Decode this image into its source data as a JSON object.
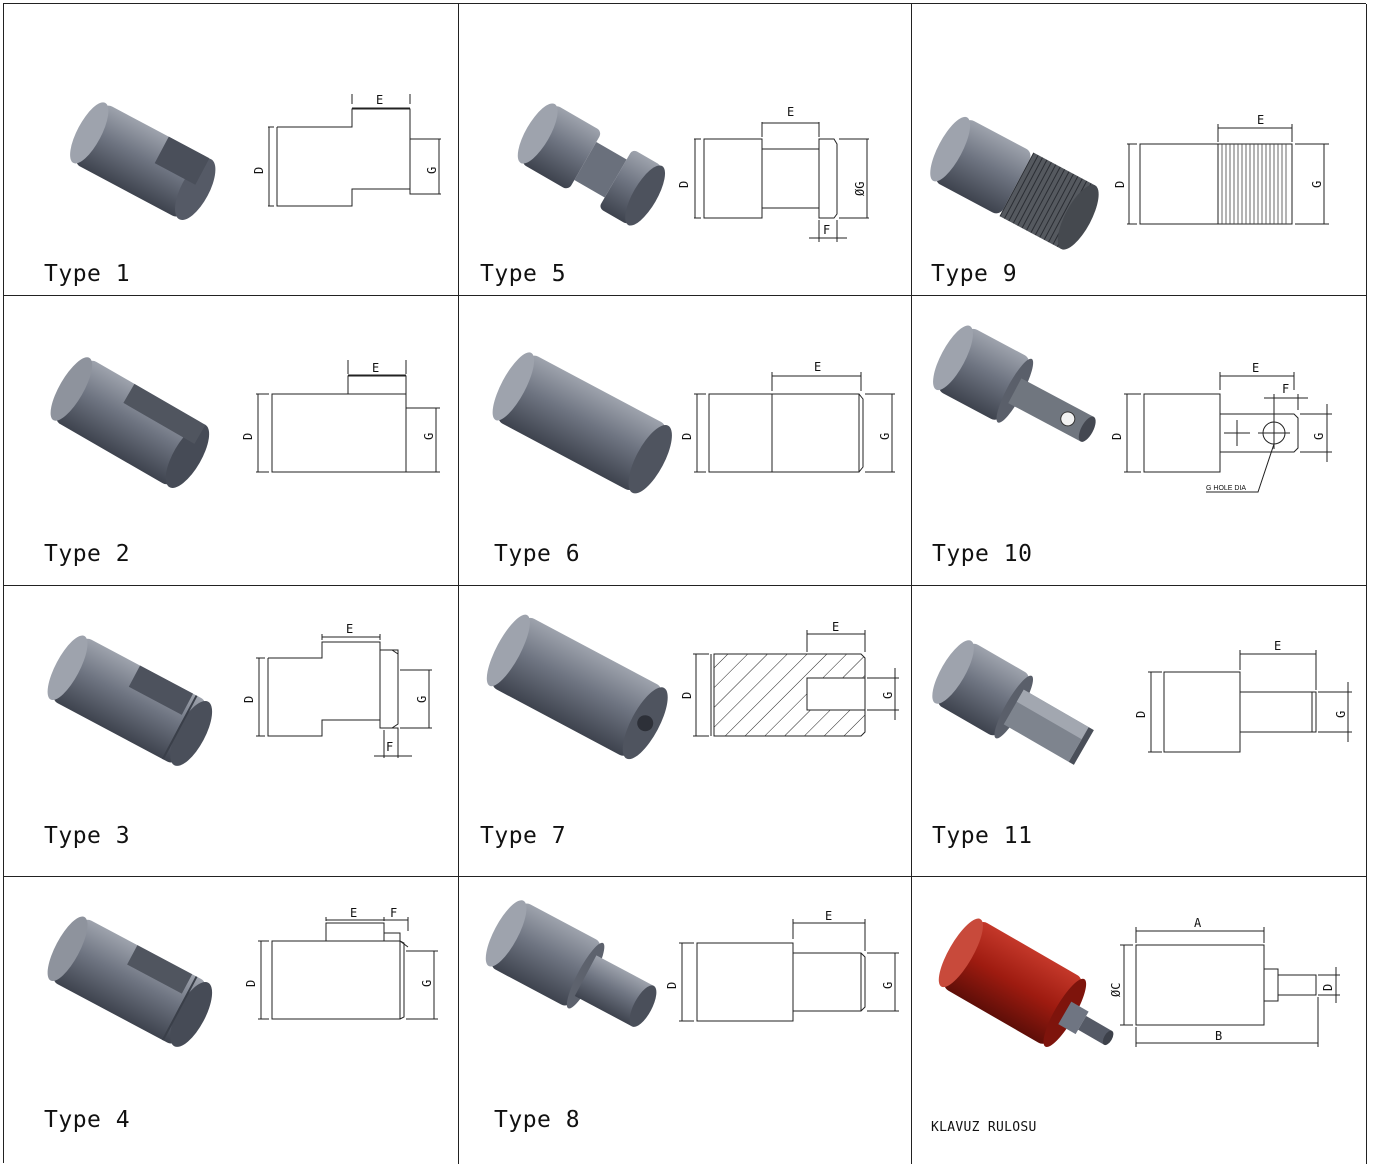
{
  "colors": {
    "line": "#222222",
    "part_light": "#9ea3ad",
    "part_mid": "#6f7582",
    "part_dark": "#464b56",
    "roller_red": "#9e1b10",
    "roller_red_light": "#c4382a"
  },
  "cells": [
    {
      "label": "Type 1",
      "icon": "shaft-slot-icon",
      "dims": {
        "d": "D",
        "e": "E",
        "g": "G"
      }
    },
    {
      "label": "Type 5",
      "icon": "shaft-groove-icon",
      "dims": {
        "d": "D",
        "e": "E",
        "g": "ØG",
        "f": "F"
      }
    },
    {
      "label": "Type 9",
      "icon": "shaft-thread-icon",
      "dims": {
        "d": "D",
        "e": "E",
        "g": "G"
      }
    },
    {
      "label": "Type 2",
      "icon": "shaft-flat-icon",
      "dims": {
        "d": "D",
        "e": "E",
        "g": "G"
      }
    },
    {
      "label": "Type 6",
      "icon": "plain-cylinder-icon",
      "dims": {
        "d": "D",
        "e": "E",
        "g": "G"
      }
    },
    {
      "label": "Type 10",
      "icon": "shaft-cross-hole-icon",
      "dims": {
        "d": "D",
        "e": "E",
        "g": "G",
        "f": "F",
        "note": "G HOLE DIA"
      }
    },
    {
      "label": "Type 3",
      "icon": "shaft-slot-groove-icon",
      "dims": {
        "d": "D",
        "e": "E",
        "g": "G",
        "f": "F"
      }
    },
    {
      "label": "Type 7",
      "icon": "bored-cylinder-icon",
      "dims": {
        "d": "D",
        "e": "E",
        "g": "G"
      }
    },
    {
      "label": "Type 11",
      "icon": "square-shank-icon",
      "dims": {
        "d": "D",
        "e": "E",
        "g": "G"
      }
    },
    {
      "label": "Type 4",
      "icon": "shaft-flat-groove-icon",
      "dims": {
        "d": "D",
        "e": "E",
        "g": "G",
        "f": "F"
      }
    },
    {
      "label": "Type 8",
      "icon": "stepped-shaft-icon",
      "dims": {
        "d": "D",
        "e": "E",
        "g": "G"
      }
    },
    {
      "label": "KLAVUZ RULOSU",
      "icon": "guide-roller-icon",
      "dims": {
        "a": "A",
        "b": "B",
        "c": "ØC",
        "d": "D"
      }
    }
  ]
}
